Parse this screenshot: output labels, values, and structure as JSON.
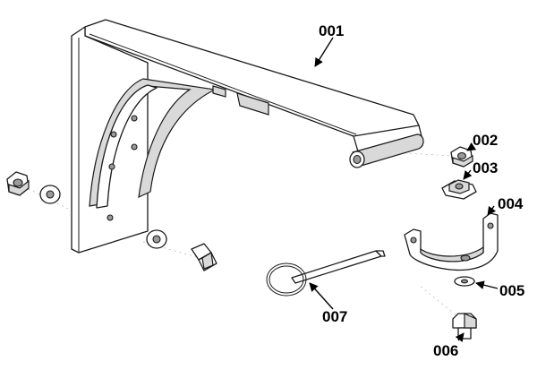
{
  "callouts": {
    "c001": "001",
    "c002": "002",
    "c003": "003",
    "c004": "004",
    "c005": "005",
    "c006": "006",
    "c007": "007"
  }
}
